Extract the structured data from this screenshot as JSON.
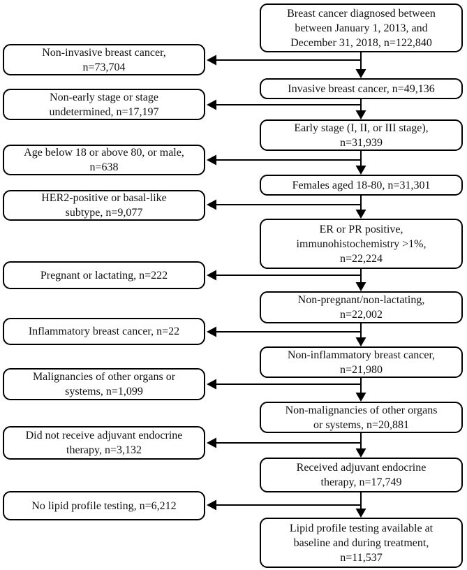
{
  "diagram": {
    "type": "patient-selection-flowchart",
    "colors": {
      "background": "#ffffff",
      "box_border": "#000000",
      "text": "#111111",
      "arrow": "#000000"
    },
    "main": [
      {
        "text": "Breast cancer diagnosed between\nbetween January 1, 2013, and\nDecember 31, 2018, n=122,840",
        "n": "122,840"
      },
      {
        "text": "Invasive breast cancer, n=49,136",
        "n": "49,136"
      },
      {
        "text": "Early stage (I, II, or III stage),\nn=31,939",
        "n": "31,939"
      },
      {
        "text": "Females aged 18-80, n=31,301",
        "n": "31,301"
      },
      {
        "text": "ER or PR positive,\nimmunohistochemistry >1%,\nn=22,224",
        "n": "22,224"
      },
      {
        "text": "Non-pregnant/non-lactating,\nn=22,002",
        "n": "22,002"
      },
      {
        "text": "Non-inflammatory breast cancer,\nn=21,980",
        "n": "21,980"
      },
      {
        "text": "Non-malignancies of other organs\nor systems, n=20,881",
        "n": "20,881"
      },
      {
        "text": "Received adjuvant endocrine\ntherapy, n=17,749",
        "n": "17,749"
      },
      {
        "text": "Lipid profile testing available at\nbaseline and during treatment,\nn=11,537",
        "n": "11,537"
      }
    ],
    "excluded": [
      {
        "text": "Non-invasive breast cancer,\nn=73,704",
        "n": "73,704"
      },
      {
        "text": "Non-early stage or stage\nundetermined, n=17,197",
        "n": "17,197"
      },
      {
        "text": "Age below 18 or above 80, or male,\nn=638",
        "n": "638"
      },
      {
        "text": "HER2-positive or basal-like\nsubtype, n=9,077",
        "n": "9,077"
      },
      {
        "text": "Pregnant or lactating, n=222",
        "n": "222"
      },
      {
        "text": "Inflammatory breast cancer, n=22",
        "n": "22"
      },
      {
        "text": "Malignancies of other organs or\nsystems, n=1,099",
        "n": "1,099"
      },
      {
        "text": "Did not receive adjuvant endocrine\ntherapy, n=3,132",
        "n": "3,132"
      },
      {
        "text": "No lipid profile testing, n=6,212",
        "n": "6,212"
      }
    ]
  }
}
